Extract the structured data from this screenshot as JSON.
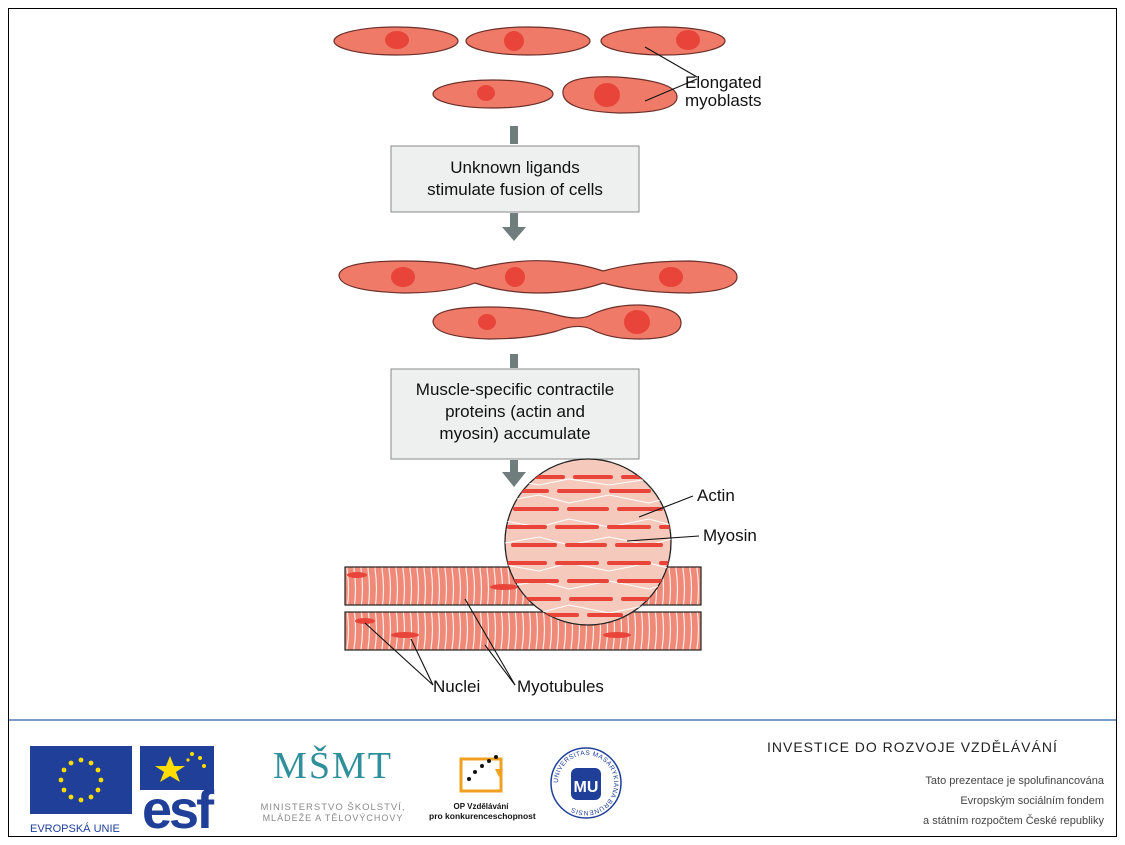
{
  "diagram": {
    "label_myoblasts_line1": "Elongated",
    "label_myoblasts_line2": "myoblasts",
    "step1_line1": "Unknown ligands",
    "step1_line2": "stimulate fusion of cells",
    "step2_line1": "Muscle-specific contractile",
    "step2_line2": "proteins (actin and",
    "step2_line3": "myosin) accumulate",
    "label_actin": "Actin",
    "label_myosin": "Myosin",
    "label_nuclei": "Nuclei",
    "label_myotubules": "Myotubules"
  },
  "footer": {
    "eu_caption": "EVROPSKÁ UNIE",
    "esf_text": "esf",
    "msmt_letters": "MŠMT",
    "msmt_line1": "MINISTERSTVO ŠKOLSTVÍ,",
    "msmt_line2": "MLÁDEŽE A TĚLOVÝCHOVY",
    "op_line1": "OP Vzdělávání",
    "op_line2": "pro konkurenceschopnost",
    "muni_ring": "UNIVERSITAS MASARYKIANA BRUNENSIS",
    "muni_letters": "MU",
    "title": "INVESTICE DO ROZVOJE VZDĚLÁVÁNÍ",
    "note_line1": "Tato prezentace je spolufinancována",
    "note_line2": "Evropským sociálním fondem",
    "note_line3": "a státním rozpočtem České republiky"
  },
  "colors": {
    "cell_fill": "#ef7a68",
    "cell_stroke": "#6b2f2a",
    "nucleus": "#e8443a",
    "arrow": "#6f7d7d",
    "box_fill": "#eef0ef",
    "eu_blue": "#1f3f99",
    "eu_star": "#ffdd00",
    "rule": "#7a9cc6",
    "msmt_teal": "#2f8f9a"
  }
}
